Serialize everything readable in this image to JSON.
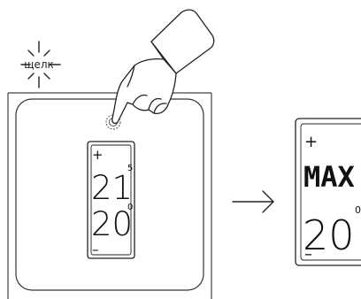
{
  "click_label": "щелк",
  "display_before": {
    "plus": "+",
    "minus": "–",
    "current_temp": "21",
    "current_sup": "5",
    "set_temp": "20",
    "set_sup": "0"
  },
  "display_after": {
    "plus": "+",
    "minus": "–",
    "mode_text": "MAX",
    "set_temp": "20",
    "set_sup": "0"
  },
  "arrow_icon": "right-arrow-icon",
  "hand_icon": "pointing-hand-icon"
}
